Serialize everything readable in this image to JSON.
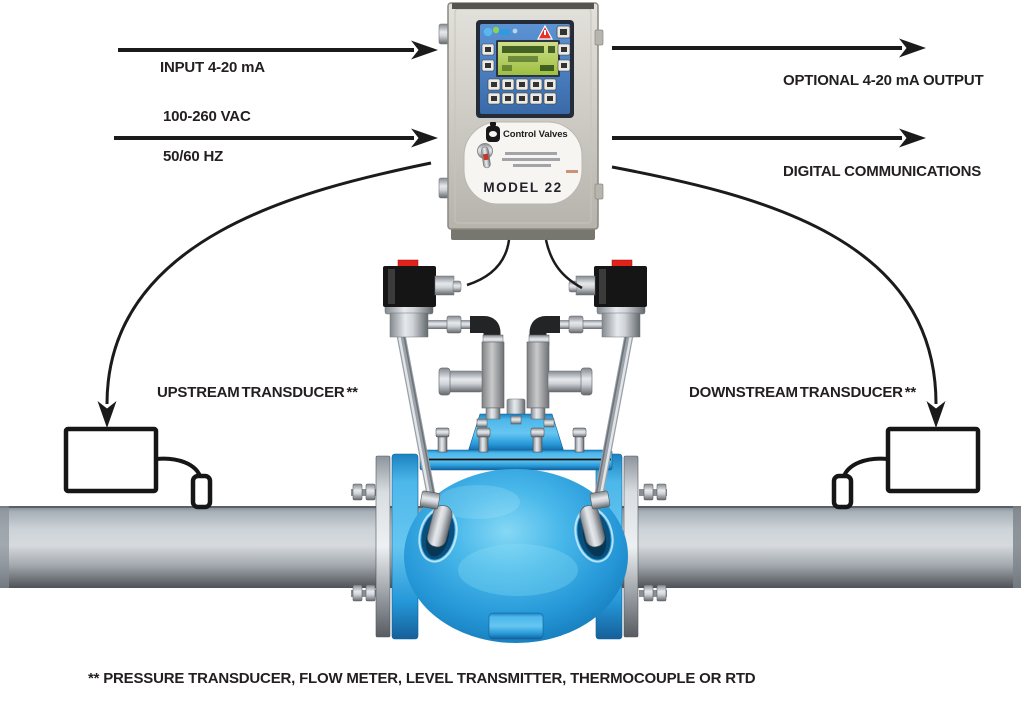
{
  "diagram": {
    "labels": {
      "input_current": "INPUT 4-20 mA",
      "input_voltage": "100-260 VAC",
      "input_frequency": "50/60 HZ",
      "output_current": "OPTIONAL 4-20 mA OUTPUT",
      "output_digital": "DIGITAL COMMUNICATIONS",
      "upstream": "UPSTREAM TRANSDUCER **",
      "downstream": "DOWNSTREAM TRANSDUCER **",
      "footnote": "** PRESSURE TRANSDUCER, FLOW METER, LEVEL TRANSMITTER, THERMOCOUPLE OR RTD"
    },
    "controller": {
      "brand": "Control Valves",
      "model": "MODEL 22"
    },
    "colors": {
      "valve_blue": "#2ea7e2",
      "valve_blue_dark": "#0d649d",
      "pipe_gray": "#c3cad1",
      "solenoid_black": "#151515",
      "solenoid_red": "#e2231a",
      "line_black": "#1b1b1b",
      "lcd_green": "#a9c94a",
      "panel_blue": "#4a7fc0",
      "enclosure_gray": "#cfcdc6"
    }
  }
}
